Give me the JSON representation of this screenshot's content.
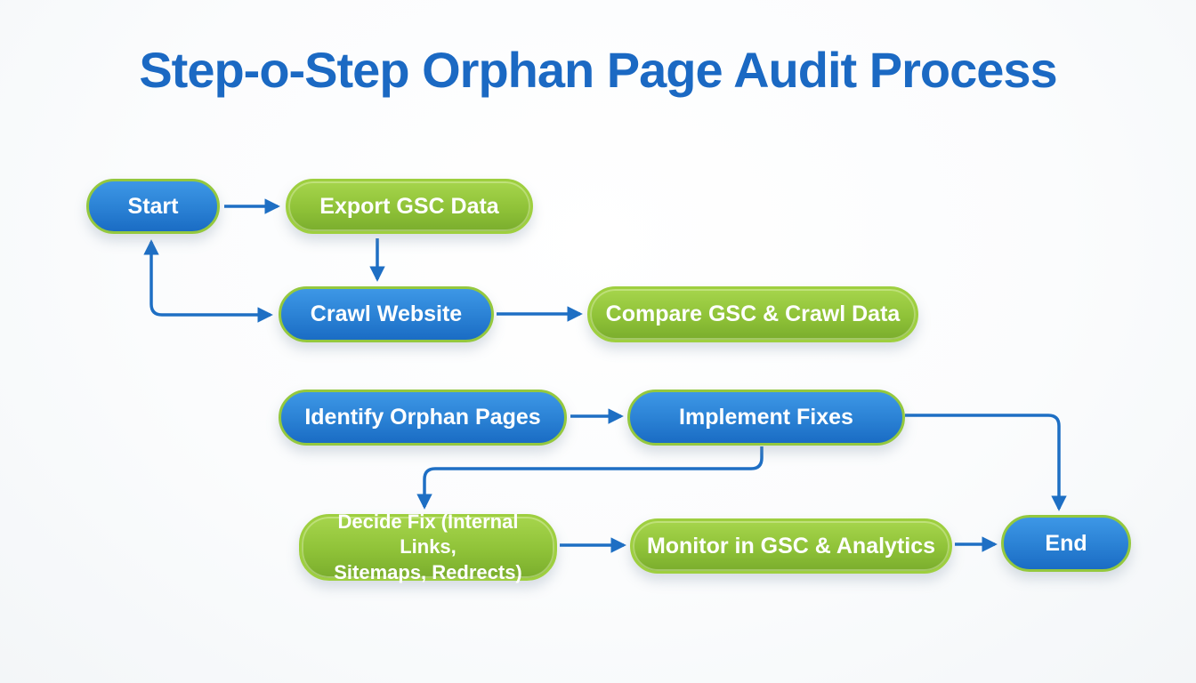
{
  "title": "Step-o-Step Orphan Page Audit Process",
  "colors": {
    "title_blue": "#1b69c3",
    "node_blue": "#2b82d5",
    "node_green": "#8fc238",
    "node_border_green": "#94c83e",
    "arrow_blue": "#1e6fc4",
    "node_text": "#ffffff",
    "background": "#fbfcfd"
  },
  "nodes": [
    {
      "id": "start",
      "label": "Start",
      "color": "blue"
    },
    {
      "id": "export",
      "label": "Export GSC Data",
      "color": "green"
    },
    {
      "id": "crawl",
      "label": "Crawl Website",
      "color": "blue"
    },
    {
      "id": "compare",
      "label": "Compare GSC & Crawl Data",
      "color": "green"
    },
    {
      "id": "identify",
      "label": "Identify Orphan Pages",
      "color": "blue"
    },
    {
      "id": "implement",
      "label": "Implement Fixes",
      "color": "blue"
    },
    {
      "id": "decide",
      "label": "Decide Fix (Internal Links,\nSitemaps, Redrects)",
      "color": "green"
    },
    {
      "id": "monitor",
      "label": "Monitor in GSC & Analytics",
      "color": "green"
    },
    {
      "id": "end",
      "label": "End",
      "color": "blue"
    }
  ],
  "edges": [
    {
      "from": "start",
      "to": "export",
      "arrows": "end"
    },
    {
      "from": "export",
      "to": "crawl",
      "arrows": "end"
    },
    {
      "from": "crawl",
      "to": "start",
      "arrows": "both"
    },
    {
      "from": "crawl",
      "to": "compare",
      "arrows": "end"
    },
    {
      "from": "identify",
      "to": "implement",
      "arrows": "end"
    },
    {
      "from": "implement",
      "to": "decide",
      "arrows": "end"
    },
    {
      "from": "implement",
      "to": "end",
      "arrows": "end"
    },
    {
      "from": "decide",
      "to": "monitor",
      "arrows": "end"
    },
    {
      "from": "monitor",
      "to": "end",
      "arrows": "end"
    }
  ]
}
